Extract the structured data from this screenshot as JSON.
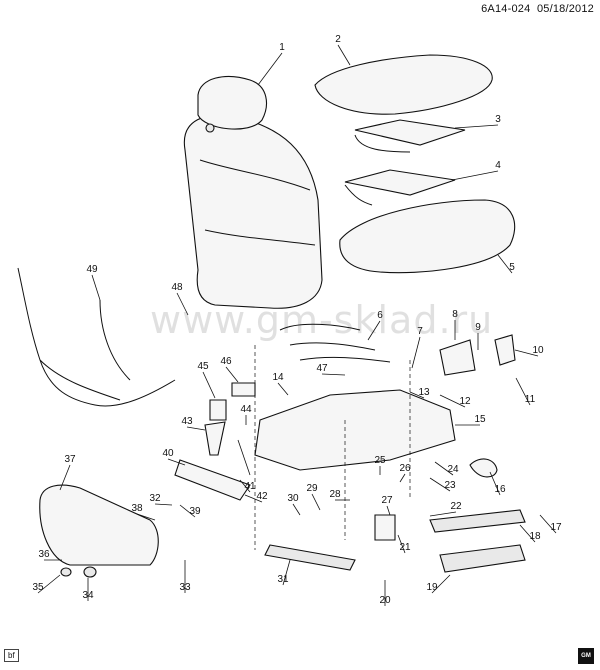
{
  "header": {
    "code": "6A14-024",
    "date": "05/18/2012"
  },
  "footer": {
    "tag": "bf",
    "logo_text": "GM"
  },
  "watermark": "www.gm-sklad.ru",
  "callouts": [
    "1",
    "2",
    "3",
    "4",
    "5",
    "6",
    "7",
    "8",
    "9",
    "10",
    "11",
    "12",
    "13",
    "14",
    "15",
    "16",
    "17",
    "18",
    "19",
    "20",
    "21",
    "22",
    "23",
    "24",
    "25",
    "26",
    "27",
    "28",
    "29",
    "30",
    "31",
    "32",
    "33",
    "34",
    "35",
    "36",
    "37",
    "38",
    "39",
    "40",
    "41",
    "42",
    "43",
    "44",
    "45",
    "46",
    "47",
    "48",
    "49"
  ]
}
